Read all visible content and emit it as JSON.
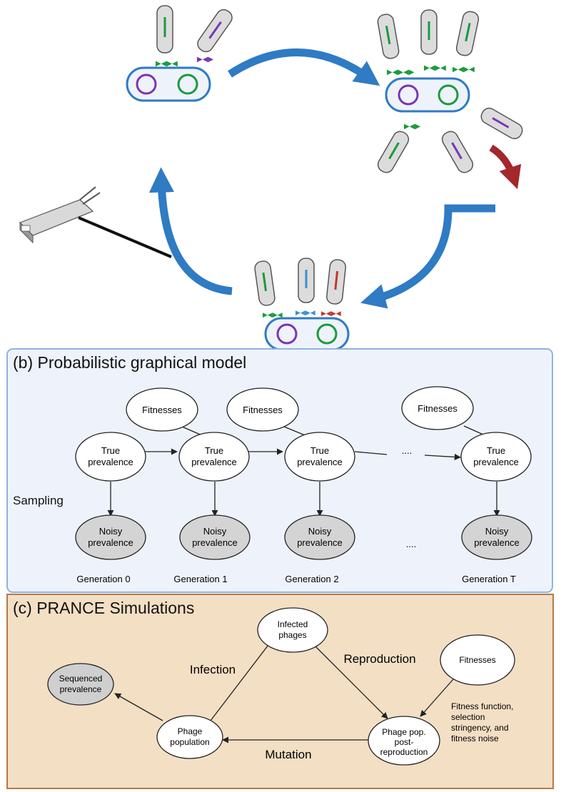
{
  "panel_b": {
    "title": "(b) Probabilistic graphical model",
    "sampling_label": "Sampling",
    "fitnesses_label": "Fitnesses",
    "true_prevalence": [
      "True",
      "prevalence"
    ],
    "noisy_prevalence": [
      "Noisy",
      "prevalence"
    ],
    "ellipsis": "....",
    "generations": [
      "Generation 0",
      "Generation 1",
      "Generation 2",
      "Generation T"
    ]
  },
  "panel_c": {
    "title": "(c) PRANCE Simulations",
    "infected_phages": [
      "Infected",
      "phages"
    ],
    "fitnesses": "Fitnesses",
    "sequenced_prevalence": [
      "Sequenced",
      "prevalence"
    ],
    "phage_population": [
      "Phage",
      "population"
    ],
    "phage_pop_post": [
      "Phage pop.",
      "post-",
      "reproduction"
    ],
    "edge_infection": "Infection",
    "edge_reproduction": "Reproduction",
    "edge_mutation": "Mutation",
    "fitness_note": [
      "Fitness function,",
      "selection",
      "stringency, and",
      "fitness noise"
    ]
  },
  "colors": {
    "cycle_arrow": "#2f7bc4",
    "removal_arrow": "#a3272b",
    "panel_b_bg": "#eef3fb",
    "panel_b_border": "#8fb3e0",
    "panel_c_bg": "#f3dfc4",
    "panel_c_border": "#b07a4a",
    "observed_node": "#d4d4d4",
    "purple": "#7a35b5",
    "green": "#1b9a3c",
    "blue": "#3a8fd0",
    "red": "#c0392b"
  }
}
